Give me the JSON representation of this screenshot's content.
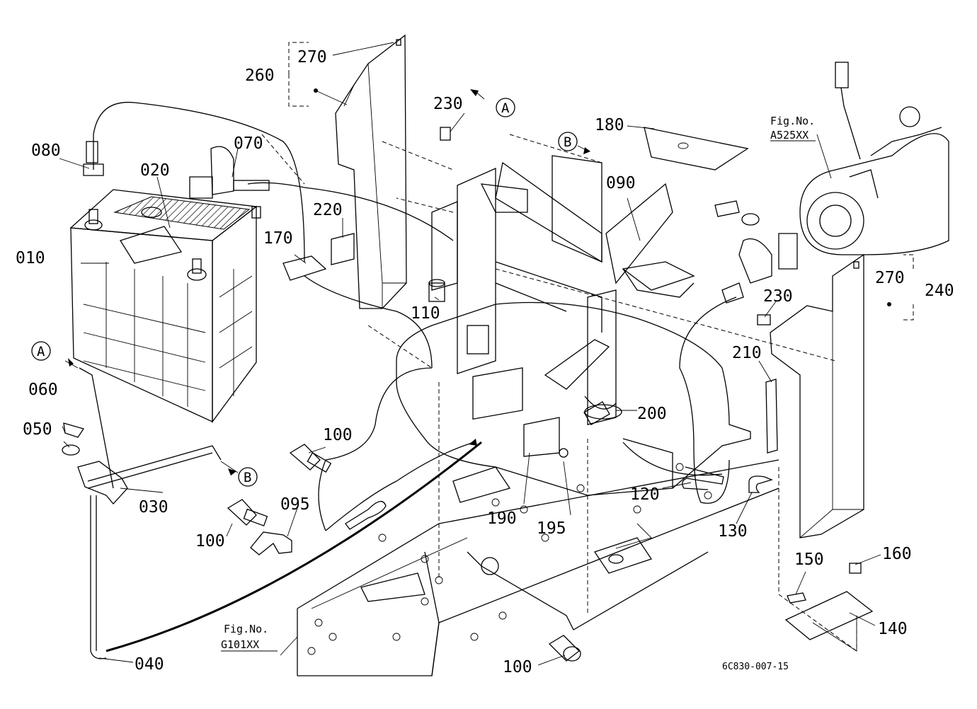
{
  "drawing_code": "6C830-007-15",
  "references": {
    "fig_label": "Fig.No.",
    "starter_ref": "A525XX",
    "frame_ref": "G101XX"
  },
  "connectors": {
    "a": "A",
    "b": "B"
  },
  "parts": {
    "p010": "010",
    "p020": "020",
    "p030": "030",
    "p040": "040",
    "p050": "050",
    "p060": "060",
    "p070": "070",
    "p080": "080",
    "p090": "090",
    "p095": "095",
    "p100": "100",
    "p110": "110",
    "p120": "120",
    "p130": "130",
    "p140": "140",
    "p150": "150",
    "p160": "160",
    "p170": "170",
    "p180": "180",
    "p190": "190",
    "p195": "195",
    "p200": "200",
    "p210": "210",
    "p220": "220",
    "p230": "230",
    "p240": "240",
    "p260": "260",
    "p270": "270"
  }
}
